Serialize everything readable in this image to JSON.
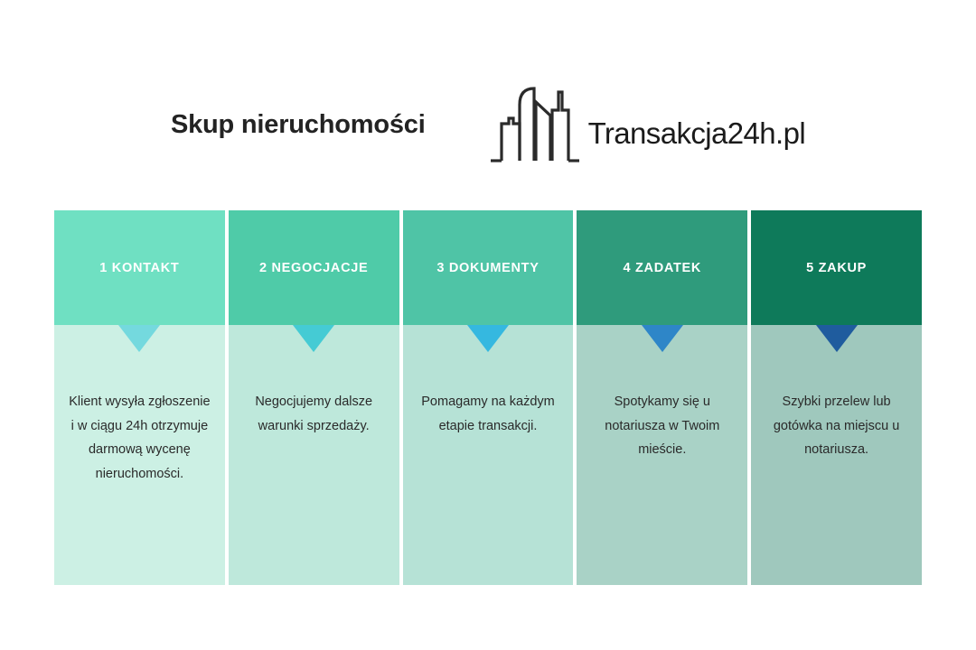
{
  "header": {
    "title": "Skup nieruchomości",
    "logo": {
      "icon": "city-skyline-icon",
      "text": "Transakcja24h.pl"
    }
  },
  "steps": [
    {
      "label": "1 KONTAKT",
      "text": "Klient wysyła zgłoszenie i w ciągu 24h otrzymuje darmową wycenę nieruchomości.",
      "head_color": "#6FE0C2",
      "body_color": "#CCF0E4",
      "arrow_color": "#74D9DE"
    },
    {
      "label": "2 NEGOCJACJE",
      "text": "Negocjujemy dalsze warunki sprzedaży.",
      "head_color": "#4FCBA8",
      "body_color": "#BEE8DB",
      "arrow_color": "#45CBD4"
    },
    {
      "label": "3 DOKUMENTY",
      "text": "Pomagamy na każdym etapie transakcji.",
      "head_color": "#4FC4A6",
      "body_color": "#B6E2D6",
      "arrow_color": "#35B8E0"
    },
    {
      "label": "4 ZADATEK",
      "text": "Spotykamy się u notariusza w Twoim mieście.",
      "head_color": "#2F9B7C",
      "body_color": "#A9D2C6",
      "arrow_color": "#2E86C8"
    },
    {
      "label": "5 ZAKUP",
      "text": "Szybki przelew lub gotówka na miejscu u notariusza.",
      "head_color": "#0E7A5A",
      "body_color": "#9FC8BD",
      "arrow_color": "#1F5C9E"
    }
  ]
}
